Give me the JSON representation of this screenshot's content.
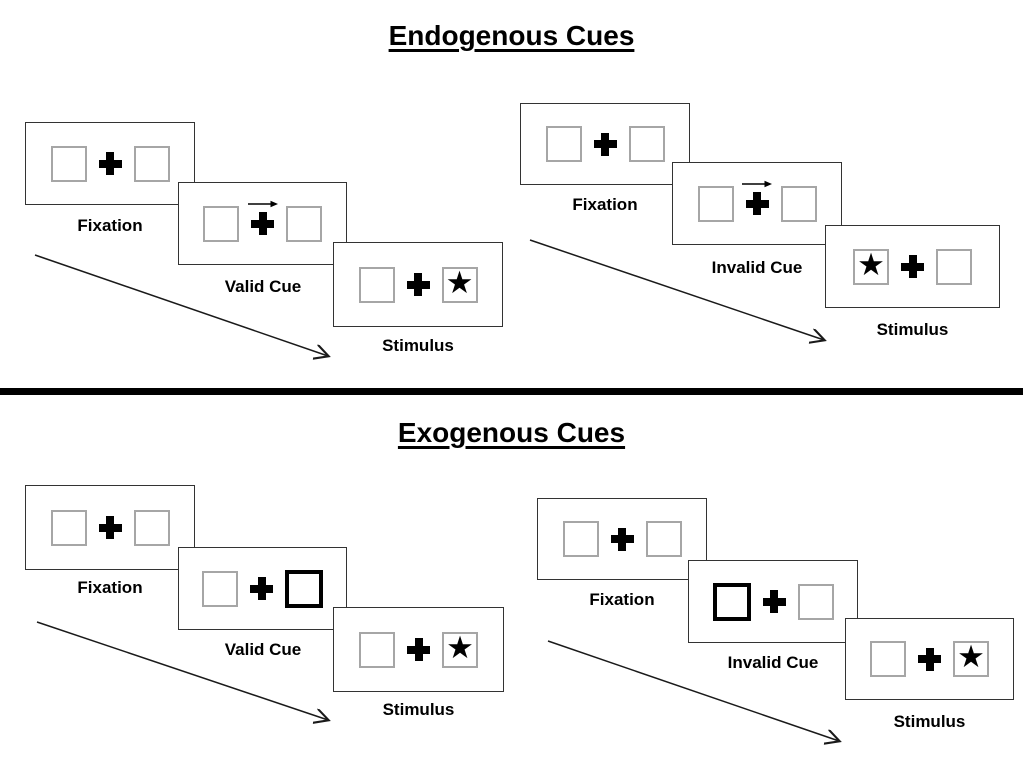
{
  "colors": {
    "background": "#ffffff",
    "panel_border": "#333333",
    "box_border": "#a6a6a6",
    "highlight_box_border": "#000000",
    "text": "#000000",
    "divider": "#000000"
  },
  "icons": {
    "target_star": "★",
    "fixation_cross": "plus-cross",
    "cue_arrow": "right-arrow",
    "timeline_arrow": "diagonal-down-right-arrow"
  },
  "sections": [
    {
      "title": "Endogenous Cues",
      "groups": [
        {
          "name": "valid-trial",
          "panels": [
            {
              "label": "Fixation",
              "left_box": "empty",
              "right_box": "empty",
              "cue": "none"
            },
            {
              "label": "Valid Cue",
              "left_box": "empty",
              "right_box": "empty",
              "cue": "central-right-arrow"
            },
            {
              "label": "Stimulus",
              "left_box": "empty",
              "right_box": "star",
              "cue": "none"
            }
          ]
        },
        {
          "name": "invalid-trial",
          "panels": [
            {
              "label": "Fixation",
              "left_box": "empty",
              "right_box": "empty",
              "cue": "none"
            },
            {
              "label": "Invalid Cue",
              "left_box": "empty",
              "right_box": "empty",
              "cue": "central-right-arrow"
            },
            {
              "label": "Stimulus",
              "left_box": "star",
              "right_box": "empty",
              "cue": "none"
            }
          ]
        }
      ]
    },
    {
      "title": "Exogenous Cues",
      "groups": [
        {
          "name": "valid-trial",
          "panels": [
            {
              "label": "Fixation",
              "left_box": "empty",
              "right_box": "empty",
              "cue": "none"
            },
            {
              "label": "Valid Cue",
              "left_box": "empty",
              "right_box": "highlighted",
              "cue": "peripheral-box"
            },
            {
              "label": "Stimulus",
              "left_box": "empty",
              "right_box": "star",
              "cue": "none"
            }
          ]
        },
        {
          "name": "invalid-trial",
          "panels": [
            {
              "label": "Fixation",
              "left_box": "empty",
              "right_box": "empty",
              "cue": "none"
            },
            {
              "label": "Invalid Cue",
              "left_box": "highlighted",
              "right_box": "empty",
              "cue": "peripheral-box"
            },
            {
              "label": "Stimulus",
              "left_box": "empty",
              "right_box": "star",
              "cue": "none"
            }
          ]
        }
      ]
    }
  ]
}
